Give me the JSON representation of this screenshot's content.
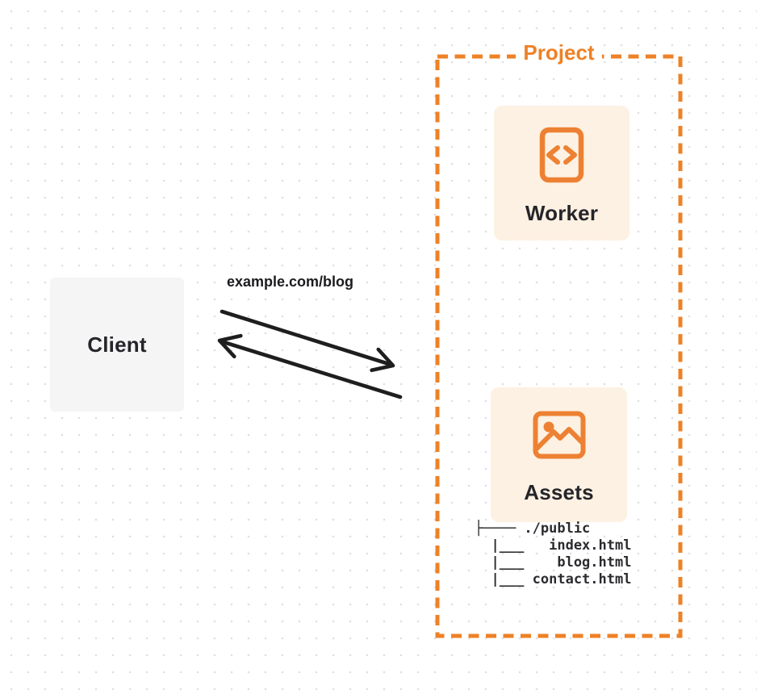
{
  "client": {
    "label": "Client"
  },
  "request_label": "example.com/blog",
  "project": {
    "label": "Project",
    "nodes": [
      {
        "label": "Worker",
        "icon": "code-file-icon"
      },
      {
        "label": "Assets",
        "icon": "image-icon"
      }
    ],
    "file_tree": {
      "root": "./public",
      "files": [
        "index.html",
        "blog.html",
        "contact.html"
      ],
      "lines": [
        "├──── ./public",
        "  |___   index.html",
        "  |___    blog.html",
        "  |___ contact.html"
      ]
    }
  },
  "colors": {
    "background": "#FFFFFF",
    "dot": "#DFDFE2",
    "accent_orange": "#EE8126",
    "icon_orange": "#ED8133",
    "card_bg": "#FDF1E3",
    "client_bg": "#F5F5F6",
    "text_dark": "#25252A",
    "arrow": "#1E1E1E"
  }
}
